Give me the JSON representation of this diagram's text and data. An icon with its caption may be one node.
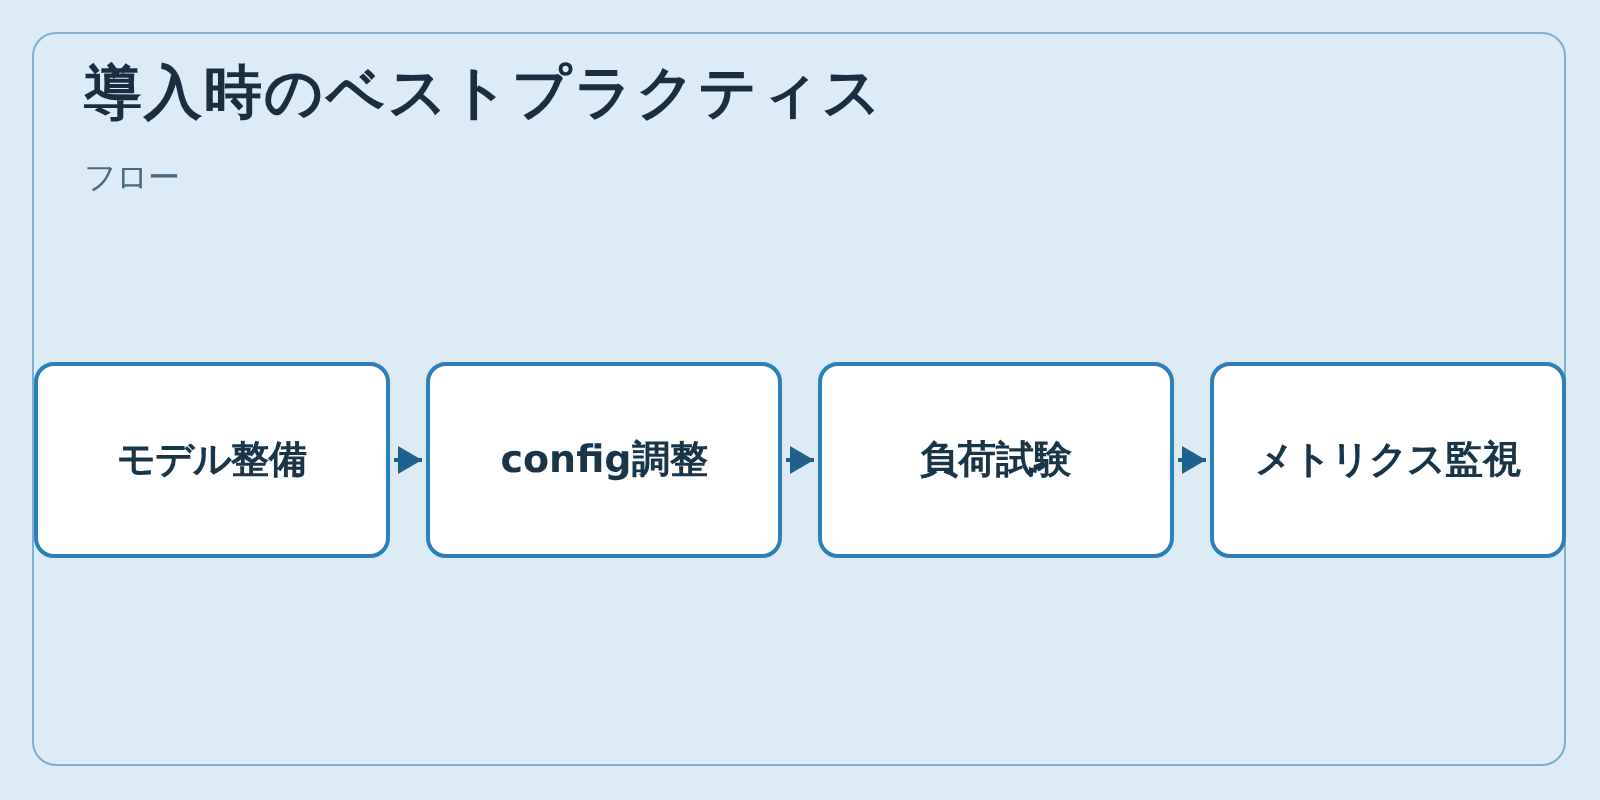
{
  "diagram": {
    "title": "導入時のベストプラクティス",
    "nodes": [
      {
        "text": [
          "モデル整備"
        ]
      },
      {
        "text": [
          "config調整"
        ]
      },
      {
        "text": [
          "負荷試験"
        ]
      },
      {
        "text": [
          "メトリクス監視"
        ]
      }
    ],
    "edges": [
      {
        "from": 0,
        "to": 1,
        "arrow": "to"
      },
      {
        "from": 1,
        "to": 2,
        "arrow": "to"
      },
      {
        "from": 2,
        "to": 3,
        "arrow": "to"
      }
    ],
    "labels": [
      "フロー"
    ]
  }
}
